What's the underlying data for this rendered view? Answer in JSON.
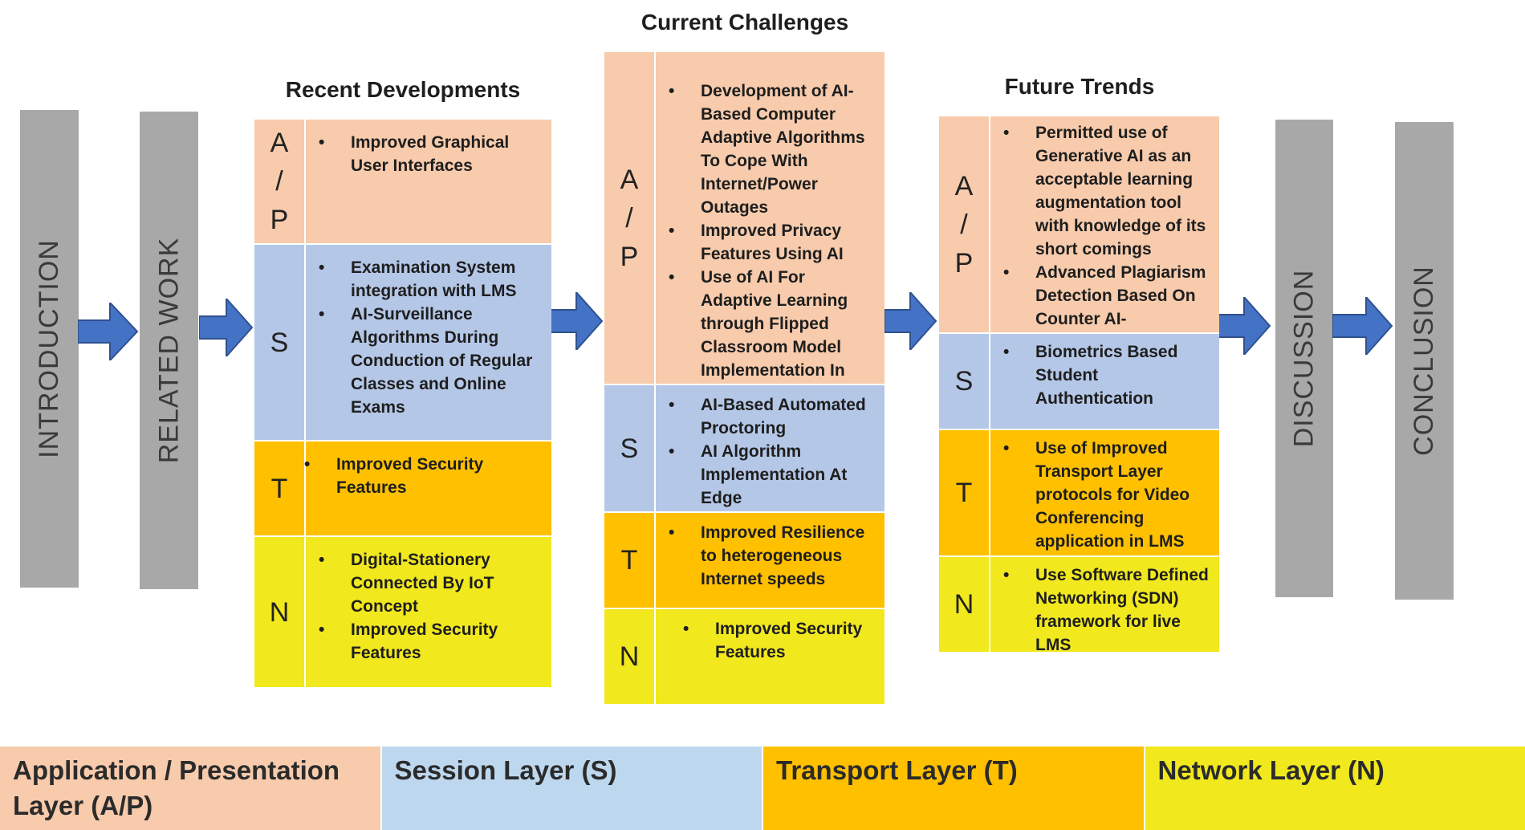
{
  "side_bars": {
    "introduction": "INTRODUCTION",
    "related_work": "RELATED WORK",
    "discussion": "DISCUSSION",
    "conclusion": "CONCLUSION"
  },
  "recent": {
    "title": "Recent Developments",
    "ap": {
      "code": [
        "A",
        "/",
        "P"
      ],
      "items": [
        "Improved Graphical User Interfaces"
      ]
    },
    "s": {
      "code": [
        "S"
      ],
      "items": [
        "Examination System integration with LMS",
        "AI-Surveillance Algorithms During Conduction of Regular Classes and Online Exams"
      ]
    },
    "t": {
      "code": [
        "T"
      ],
      "items": [
        "Improved Security Features"
      ]
    },
    "n": {
      "code": [
        "N"
      ],
      "items": [
        "Digital-Stationery Connected By IoT Concept",
        "Improved Security Features"
      ]
    }
  },
  "challenges": {
    "title": "Current Challenges",
    "ap": {
      "code": [
        "A",
        "/",
        "P"
      ],
      "items": [
        "Development of AI-Based Computer Adaptive Algorithms To Cope With Internet/Power Outages",
        "Improved Privacy Features Using AI",
        "Use of AI For Adaptive Learning through Flipped Classroom Model Implementation In LMS"
      ]
    },
    "s": {
      "code": [
        "S"
      ],
      "items": [
        "AI-Based Automated Proctoring",
        "AI Algorithm Implementation At Edge"
      ]
    },
    "t": {
      "code": [
        "T"
      ],
      "items": [
        "Improved Resilience to heterogeneous Internet speeds"
      ]
    },
    "n": {
      "code": [
        "N"
      ],
      "items": [
        "Improved Security Features"
      ]
    }
  },
  "future": {
    "title": "Future Trends",
    "ap": {
      "code": [
        "A",
        "/",
        "P"
      ],
      "items": [
        "Permitted use of Generative AI as an acceptable learning augmentation tool with knowledge of its short comings",
        "Advanced Plagiarism Detection Based On Counter AI-Algorithms"
      ]
    },
    "s": {
      "code": [
        "S"
      ],
      "items": [
        "Biometrics Based Student Authentication"
      ]
    },
    "t": {
      "code": [
        "T"
      ],
      "items": [
        "Use of Improved Transport Layer protocols for Video Conferencing application in LMS"
      ]
    },
    "n": {
      "code": [
        "N"
      ],
      "items": [
        "Use Software Defined Networking (SDN) framework for live LMS"
      ]
    }
  },
  "legend": {
    "ap": "Application / Presentation Layer (A/P)",
    "s": "Session Layer (S)",
    "t": "Transport Layer (T)",
    "n": "Network Layer (N)"
  },
  "colors": {
    "ap": "#f7cbac",
    "s": "#b4c7e7",
    "t": "#ffc000",
    "n": "#f1e81e",
    "bar": "#a8a8a8",
    "arrow": "#4472c4"
  }
}
